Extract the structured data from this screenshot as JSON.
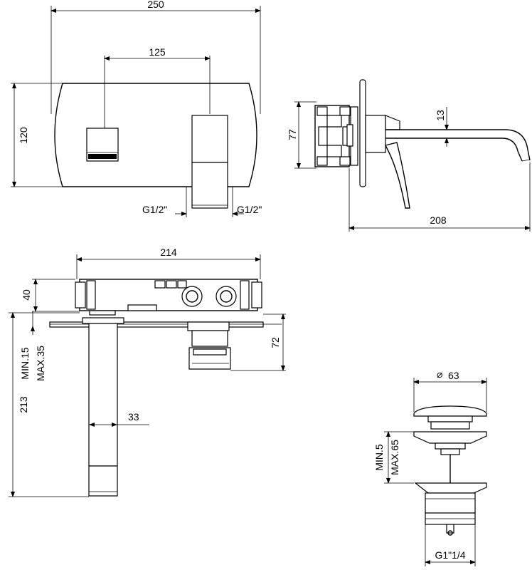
{
  "dimensions": {
    "front_width": "250",
    "front_spacing": "125",
    "front_height": "120",
    "inlet_left": "G1/2\"",
    "inlet_right": "G1/2\"",
    "side_depth": "77",
    "side_spout_thickness": "13",
    "side_length": "208",
    "top_width": "214",
    "top_depth": "40",
    "top_wall_min": "MIN.15",
    "top_wall_max": "MAX.35",
    "top_handle": "72",
    "top_spout_length": "213",
    "top_spout_width": "33",
    "waste_diameter": "63",
    "waste_min": "MIN.5",
    "waste_max": "MAX.65",
    "waste_thread": "G1\"1/4"
  },
  "symbols": {
    "diameter": "⌀"
  }
}
